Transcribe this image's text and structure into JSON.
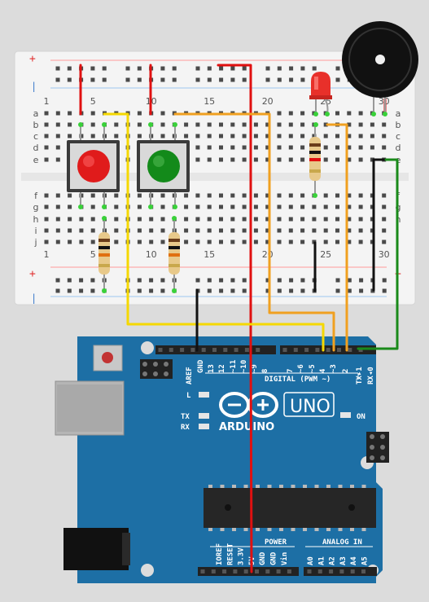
{
  "breadboard": {
    "column_numbers": [
      "1",
      "5",
      "10",
      "15",
      "20",
      "25",
      "30"
    ],
    "row_letters_top": [
      "a",
      "b",
      "c",
      "d",
      "e"
    ],
    "row_letters_bottom": [
      "f",
      "g",
      "h",
      "i",
      "j"
    ],
    "rail_plus": "+",
    "rail_minus": "|"
  },
  "arduino": {
    "brand": "ARDUINO",
    "model": "UNO",
    "digital_header_label": "DIGITAL (PWM ~)",
    "digital_pins": [
      "AREF",
      "GND",
      "13",
      "12",
      "~11",
      "~10",
      "~9",
      "8",
      "7",
      "~6",
      "~5",
      "4",
      "~3",
      "2",
      "TX▸1",
      "RX◂0"
    ],
    "power_label": "POWER",
    "power_pins": [
      "IOREF",
      "RESET",
      "3.3V",
      "5V",
      "GND",
      "GND",
      "Vin"
    ],
    "analog_label": "ANALOG IN",
    "analog_pins": [
      "A0",
      "A1",
      "A2",
      "A3",
      "A4",
      "A5"
    ],
    "led_l": "L",
    "led_tx": "TX",
    "led_rx": "RX",
    "led_on": "ON"
  },
  "colors": {
    "board_blue": "#1d6fa5",
    "wire_red": "#e01010",
    "wire_yellow": "#f5d800",
    "wire_orange": "#f0a020",
    "wire_black": "#111111",
    "wire_green": "#1a8a1a",
    "button_red": "#e01b1b",
    "button_green": "#138a1a",
    "led_red": "#e8302a"
  },
  "components": {
    "buttons": [
      "red-pushbutton",
      "green-pushbutton"
    ],
    "resistors": 3,
    "led": "red-led",
    "buzzer": "piezo-buzzer"
  }
}
